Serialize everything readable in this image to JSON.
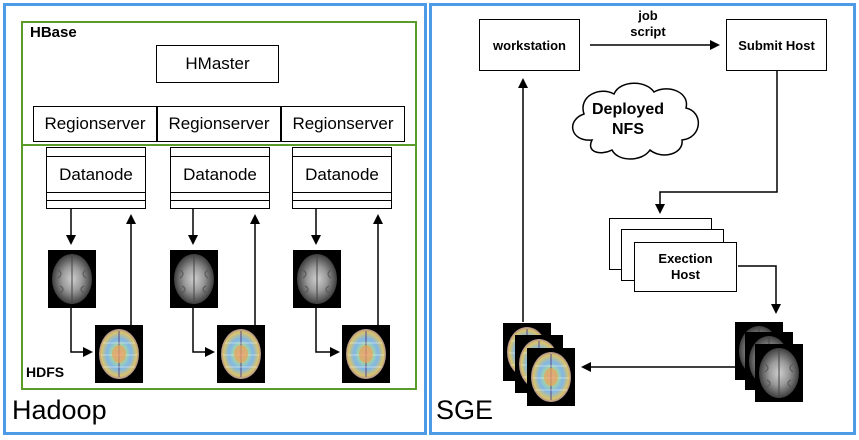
{
  "hadoop": {
    "title": "Hadoop",
    "hbase_label": "HBase",
    "hdfs_label": "HDFS",
    "hmaster": "HMaster",
    "regionservers": [
      "Regionserver",
      "Regionserver",
      "Regionserver"
    ],
    "datanodes": [
      "Datanode",
      "Datanode",
      "Datanode"
    ]
  },
  "sge": {
    "title": "SGE",
    "workstation": "workstation",
    "submit_host": "Submit Host",
    "job_script": "job\nscript",
    "nfs": "Deployed\nNFS",
    "exec_host": "Exection\nHost"
  },
  "colors": {
    "panel_border": "#4d9be6",
    "hbase_border": "#5a9c2a",
    "line": "#000000"
  }
}
